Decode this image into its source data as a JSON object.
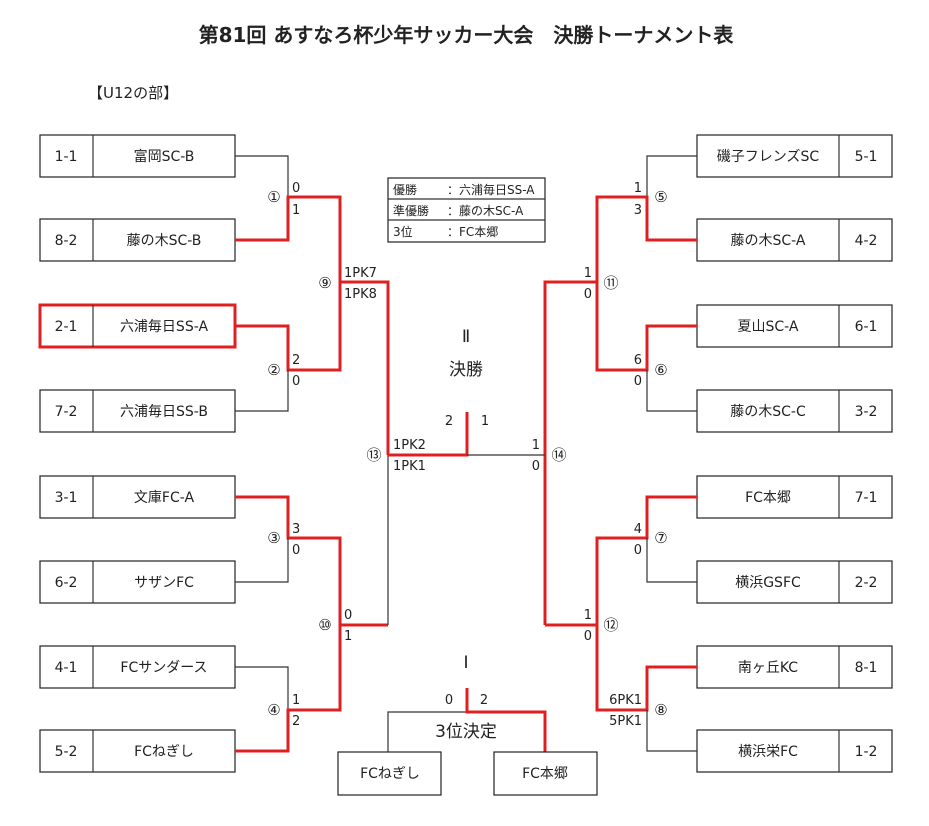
{
  "title": "第81回 あすなろ杯少年サッカー大会　決勝トーナメント表",
  "division": "【U12の部】",
  "legend": [
    {
      "label": "優勝",
      "value": "：六浦毎日SS-A"
    },
    {
      "label": "準優勝",
      "value": "：藤の木SC-A"
    },
    {
      "label": "3位",
      "value": "：FC本郷"
    }
  ],
  "left_teams": [
    {
      "seed": "1-1",
      "name": "富岡SC-B"
    },
    {
      "seed": "8-2",
      "name": "藤の木SC-B"
    },
    {
      "seed": "2-1",
      "name": "六浦毎日SS-A"
    },
    {
      "seed": "7-2",
      "name": "六浦毎日SS-B"
    },
    {
      "seed": "3-1",
      "name": "文庫FC-A"
    },
    {
      "seed": "6-2",
      "name": "サザンFC"
    },
    {
      "seed": "4-1",
      "name": "FCサンダース"
    },
    {
      "seed": "5-2",
      "name": "FCねぎし"
    }
  ],
  "right_teams": [
    {
      "seed": "5-1",
      "name": "磯子フレンズSC"
    },
    {
      "seed": "4-2",
      "name": "藤の木SC-A"
    },
    {
      "seed": "6-1",
      "name": "夏山SC-A"
    },
    {
      "seed": "3-2",
      "name": "藤の木SC-C"
    },
    {
      "seed": "7-1",
      "name": "FC本郷"
    },
    {
      "seed": "2-2",
      "name": "横浜GSFC"
    },
    {
      "seed": "8-1",
      "name": "南ヶ丘KC"
    },
    {
      "seed": "1-2",
      "name": "横浜栄FC"
    }
  ],
  "matches": {
    "m1": {
      "no": "①",
      "top": "0",
      "bottom": "1"
    },
    "m2": {
      "no": "②",
      "top": "2",
      "bottom": "0"
    },
    "m3": {
      "no": "③",
      "top": "3",
      "bottom": "0"
    },
    "m4": {
      "no": "④",
      "top": "1",
      "bottom": "2"
    },
    "m5": {
      "no": "⑤",
      "top": "1",
      "bottom": "3"
    },
    "m6": {
      "no": "⑥",
      "top": "6",
      "bottom": "0"
    },
    "m7": {
      "no": "⑦",
      "top": "4",
      "bottom": "0"
    },
    "m8": {
      "no": "⑧",
      "top": "6PK1",
      "bottom": "5PK1"
    },
    "m9": {
      "no": "⑨",
      "top": "1PK7",
      "bottom": "1PK8"
    },
    "m10": {
      "no": "⑩",
      "top": "0",
      "bottom": "1"
    },
    "m11": {
      "no": "⑪",
      "top": "1",
      "bottom": "0"
    },
    "m12": {
      "no": "⑫",
      "top": "1",
      "bottom": "0"
    },
    "m13": {
      "no": "⑬",
      "top": "1PK2",
      "bottom": "1PK1"
    },
    "m14": {
      "no": "⑭",
      "top": "1",
      "bottom": "0"
    }
  },
  "final": {
    "roman": "Ⅱ",
    "label": "決勝",
    "left_score": "2",
    "right_score": "1"
  },
  "third_place": {
    "roman": "Ⅰ",
    "label": "3位決定",
    "left_score": "0",
    "right_score": "2",
    "left_team": "FCねぎし",
    "right_team": "FC本郷"
  },
  "colors": {
    "winner_line": "#e02020",
    "line": "#333333"
  }
}
